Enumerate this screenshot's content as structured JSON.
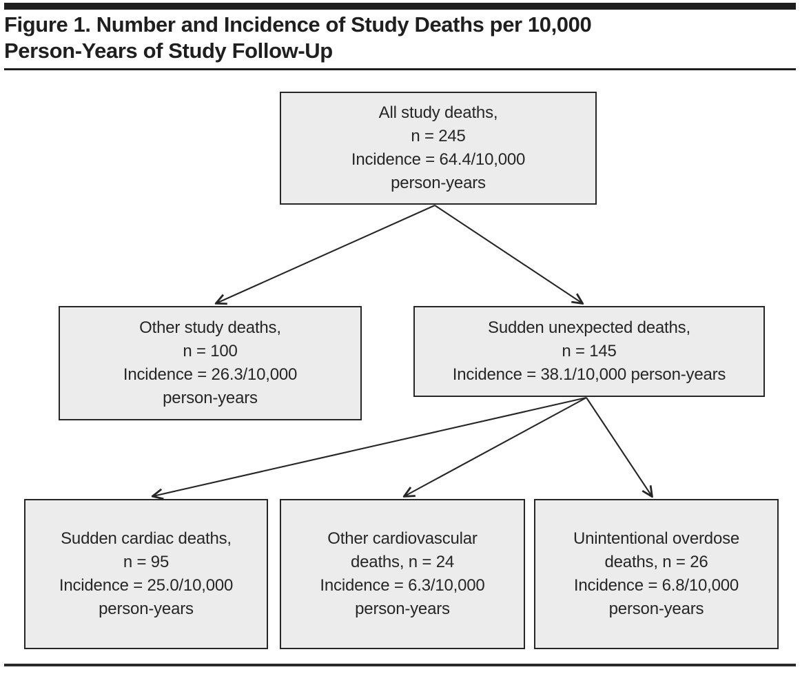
{
  "figure": {
    "title_line1": "Figure 1. Number and Incidence of Study Deaths per 10,000",
    "title_line2": "Person-Years of Study Follow-Up"
  },
  "diagram": {
    "type": "flowchart",
    "nodes": [
      {
        "id": "all-study-deaths",
        "label": "All study deaths",
        "n": 245,
        "incidence_per_10000_person_years": 64.4,
        "lines": [
          "All study deaths,",
          "n = 245",
          "Incidence = 64.4/10,000",
          "person-years"
        ]
      },
      {
        "id": "other-study-deaths",
        "label": "Other study deaths",
        "n": 100,
        "incidence_per_10000_person_years": 26.3,
        "lines": [
          "Other study deaths,",
          "n = 100",
          "Incidence = 26.3/10,000",
          "person-years"
        ]
      },
      {
        "id": "sudden-unexpected-deaths",
        "label": "Sudden unexpected deaths",
        "n": 145,
        "incidence_per_10000_person_years": 38.1,
        "lines": [
          "Sudden unexpected deaths,",
          "n = 145",
          "Incidence = 38.1/10,000 person-years"
        ]
      },
      {
        "id": "sudden-cardiac-deaths",
        "label": "Sudden cardiac deaths",
        "n": 95,
        "incidence_per_10000_person_years": 25.0,
        "lines": [
          "Sudden cardiac deaths,",
          "n = 95",
          "Incidence = 25.0/10,000",
          "person-years"
        ]
      },
      {
        "id": "other-cardiovascular-deaths",
        "label": "Other cardiovascular deaths",
        "n": 24,
        "incidence_per_10000_person_years": 6.3,
        "lines": [
          "Other cardiovascular",
          "deaths, n = 24",
          "Incidence = 6.3/10,000",
          "person-years"
        ]
      },
      {
        "id": "unintentional-overdose-deaths",
        "label": "Unintentional overdose deaths",
        "n": 26,
        "incidence_per_10000_person_years": 6.8,
        "lines": [
          "Unintentional overdose",
          "deaths, n = 26",
          "Incidence = 6.8/10,000",
          "person-years"
        ]
      }
    ],
    "edges": [
      {
        "from": "all-study-deaths",
        "to": "other-study-deaths"
      },
      {
        "from": "all-study-deaths",
        "to": "sudden-unexpected-deaths"
      },
      {
        "from": "sudden-unexpected-deaths",
        "to": "sudden-cardiac-deaths"
      },
      {
        "from": "sudden-unexpected-deaths",
        "to": "other-cardiovascular-deaths"
      },
      {
        "from": "sudden-unexpected-deaths",
        "to": "unintentional-overdose-deaths"
      }
    ]
  },
  "colors": {
    "box_fill": "#ececec",
    "box_border": "#262626",
    "text": "#262626",
    "rule": "#1e1e1e",
    "background": "#ffffff"
  }
}
